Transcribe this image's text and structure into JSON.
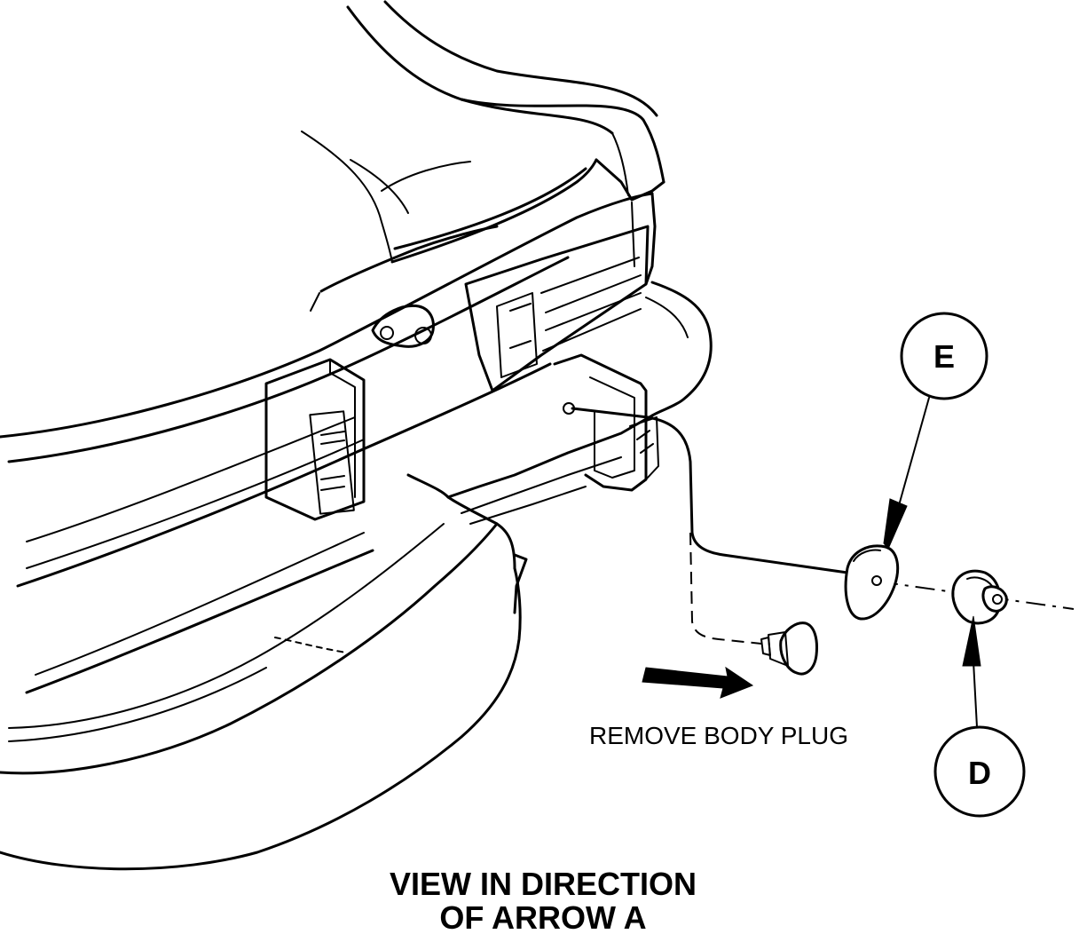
{
  "callouts": {
    "e": "E",
    "d": "D"
  },
  "labels": {
    "remove_body_plug": "REMOVE BODY PLUG",
    "view_line1": "VIEW IN DIRECTION",
    "view_line2": "OF ARROW A"
  }
}
